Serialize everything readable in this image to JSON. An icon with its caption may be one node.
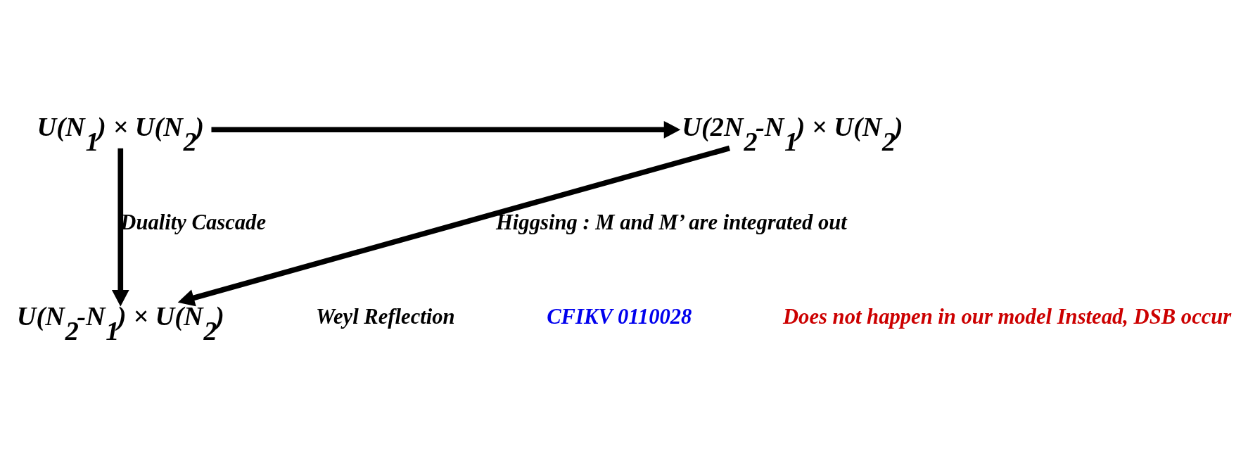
{
  "diagram": {
    "nodes": [
      {
        "text": [
          "U(N$_{1}$) × U(N$_{2}$)"
        ]
      },
      {
        "text": [
          "U(2N$_{2}$-N$_{1}$) × U(N$_{2}$)"
        ]
      },
      {
        "text": [
          "U(N$_{2}$-N$_{1}$) × U(N$_{2}$)"
        ]
      }
    ],
    "edges": [
      {
        "from": 0,
        "to": 1,
        "arrow": "to"
      },
      {
        "from": 0,
        "to": 2,
        "arrow": "to",
        "label": "Duality Cascade"
      },
      {
        "from": 1,
        "to": 2,
        "arrow": "to",
        "label": "Higgsing : M and M’ are integrated out"
      }
    ],
    "labels": [
      "Weyl Reflection",
      "CFIKV 0110028",
      "Does not happen in our model Instead, DSB occur"
    ]
  }
}
